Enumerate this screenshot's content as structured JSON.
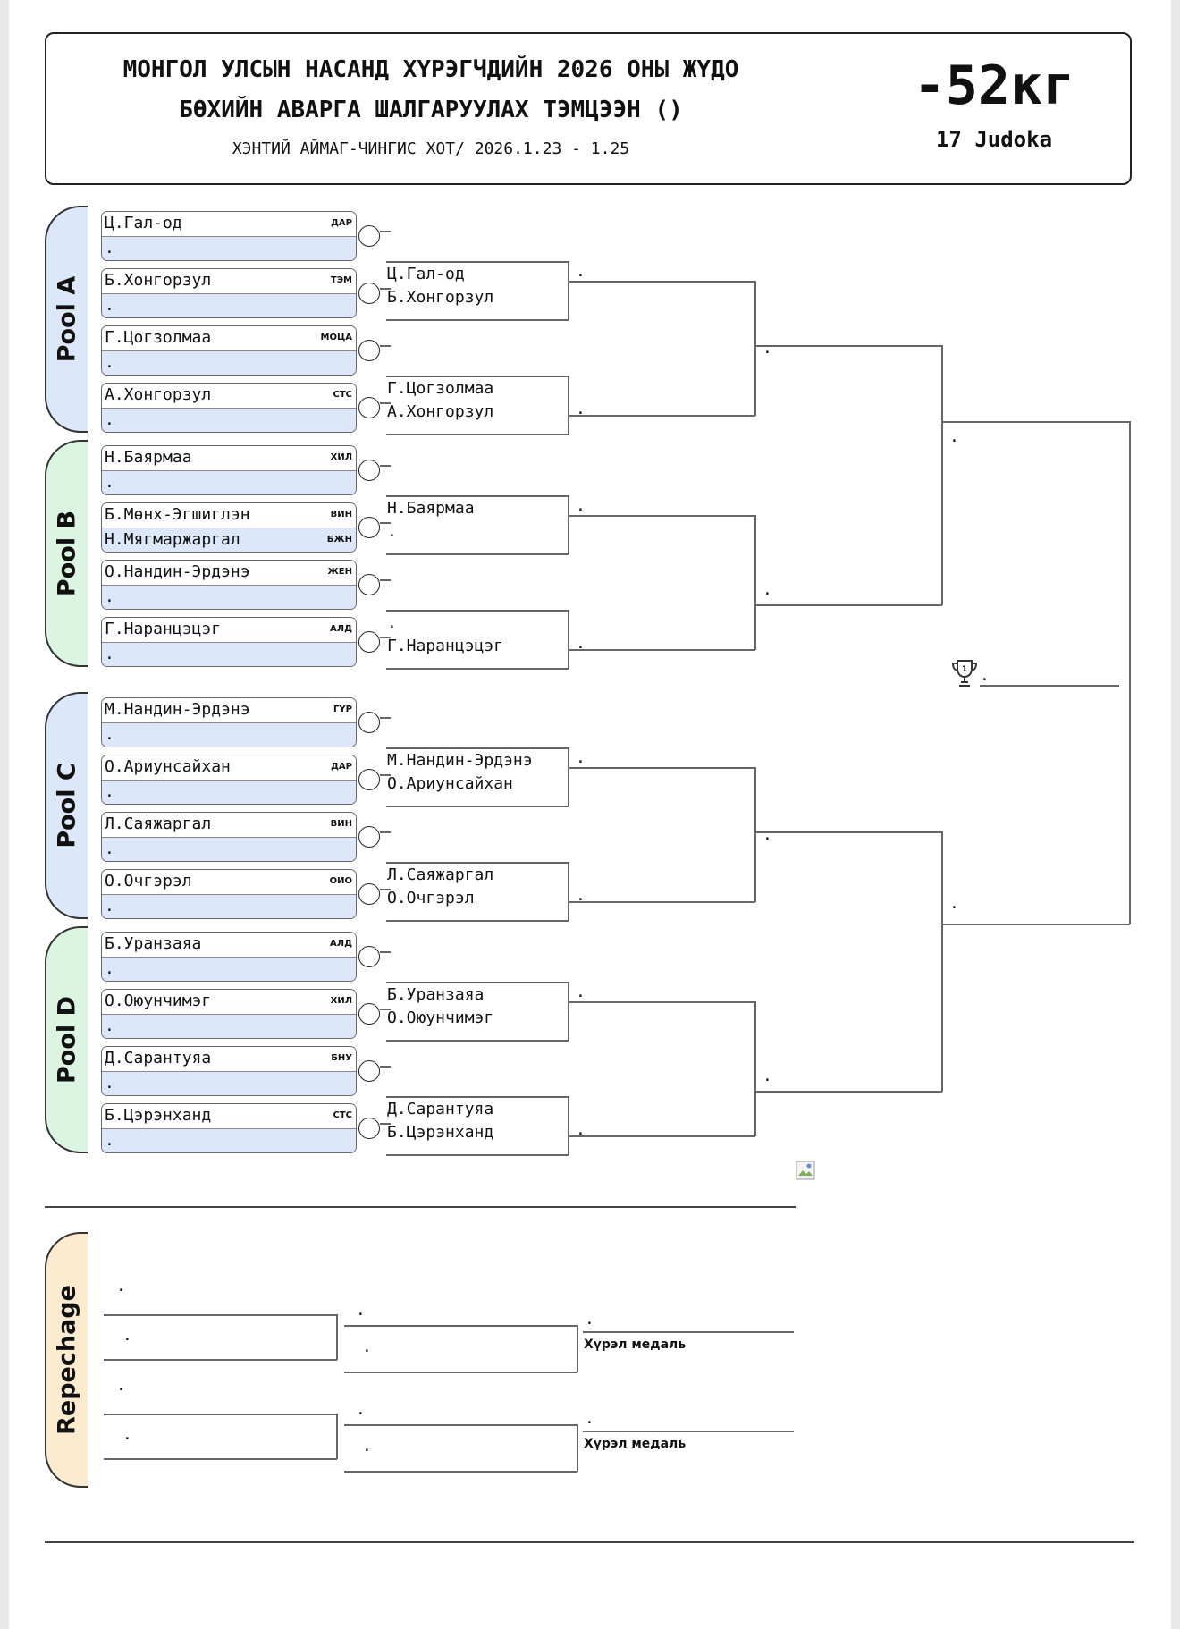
{
  "header": {
    "title_line1": "МОНГОЛ УЛСЫН НАСАНД ХҮРЭГЧДИЙН 2026 ОНЫ ЖҮДО",
    "title_line2": "БӨХИЙН АВАРГА ШАЛГАРУУЛАХ ТЭМЦЭЭН ()",
    "subtitle": "ХЭНТИЙ АЙМАГ-ЧИНГИС ХОТ/ 2026.1.23 - 1.25",
    "weight": "-52кг",
    "count": "17 Judoka"
  },
  "pools": [
    {
      "label": "Pool A",
      "color": "#dce7fa",
      "athletes": [
        {
          "name": "Ц.Гал-од",
          "club": "ДАР",
          "second": "."
        },
        {
          "name": "Б.Хонгорзул",
          "club": "ТЭМ",
          "second": "."
        },
        {
          "name": "Г.Цогзолмаа",
          "club": "МОЦА",
          "second": "."
        },
        {
          "name": "А.Хонгорзул",
          "club": "СТС",
          "second": "."
        }
      ]
    },
    {
      "label": "Pool B",
      "color": "#dcf5e2",
      "athletes": [
        {
          "name": "Н.Баярмаа",
          "club": "ХИЛ",
          "second": "."
        },
        {
          "name": "Б.Мөнх-Эгшиглэн",
          "club": "ВИН",
          "second": "Н.Мягмаржаргал",
          "club2": "БЖН"
        },
        {
          "name": "О.Нандин-Эрдэнэ",
          "club": "ЖЕН",
          "second": "."
        },
        {
          "name": "Г.Наранцэцэг",
          "club": "АЛД",
          "second": "."
        }
      ]
    },
    {
      "label": "Pool C",
      "color": "#dce7fa",
      "athletes": [
        {
          "name": "М.Нандин-Эрдэнэ",
          "club": "ГҮР",
          "second": "."
        },
        {
          "name": "О.Ариунсайхан",
          "club": "ДАР",
          "second": "."
        },
        {
          "name": "Л.Саяжаргал",
          "club": "ВИН",
          "second": "."
        },
        {
          "name": "О.Очгэрэл",
          "club": "ОИО",
          "second": "."
        }
      ]
    },
    {
      "label": "Pool D",
      "color": "#dcf5e2",
      "athletes": [
        {
          "name": "Б.Уранзаяа",
          "club": "АЛД",
          "second": "."
        },
        {
          "name": "О.Оюунчимэг",
          "club": "ХИЛ",
          "second": "."
        },
        {
          "name": "Д.Сарантуяа",
          "club": "БНУ",
          "second": "."
        },
        {
          "name": "Б.Цэрэнханд",
          "club": "СТС",
          "second": "."
        }
      ]
    }
  ],
  "round2": [
    {
      "a": "Ц.Гал-од",
      "b": "Б.Хонгорзул",
      "winner": "."
    },
    {
      "a": "Г.Цогзолмаа",
      "b": "А.Хонгорзул",
      "winner": "."
    },
    {
      "a": "Н.Баярмаа",
      "b": ".",
      "winner": "."
    },
    {
      "a": ".",
      "b": "Г.Наранцэцэг",
      "winner": "."
    },
    {
      "a": "М.Нандин-Эрдэнэ",
      "b": "О.Ариунсайхан",
      "winner": "."
    },
    {
      "a": "Л.Саяжаргал",
      "b": "О.Очгэрэл",
      "winner": "."
    },
    {
      "a": "Б.Уранзаяа",
      "b": "О.Оюунчимэг",
      "winner": "."
    },
    {
      "a": "Д.Сарантуяа",
      "b": "Б.Цэрэнханд",
      "winner": "."
    }
  ],
  "round3": [
    ".",
    ".",
    ".",
    "."
  ],
  "semis": [
    ".",
    "."
  ],
  "final": {
    "winner": ".",
    "trophy_icon": "trophy-icon"
  },
  "repechage": {
    "label": "Repechage",
    "color": "#fdebd0",
    "blocks": [
      {
        "top": ".",
        "bottom": ".",
        "mid": ".",
        "mid_bottom": ".",
        "final": ".",
        "medal": "Хүрэл медаль"
      },
      {
        "top": ".",
        "bottom": ".",
        "mid": ".",
        "mid_bottom": ".",
        "final": ".",
        "medal": "Хүрэл медаль"
      }
    ]
  }
}
